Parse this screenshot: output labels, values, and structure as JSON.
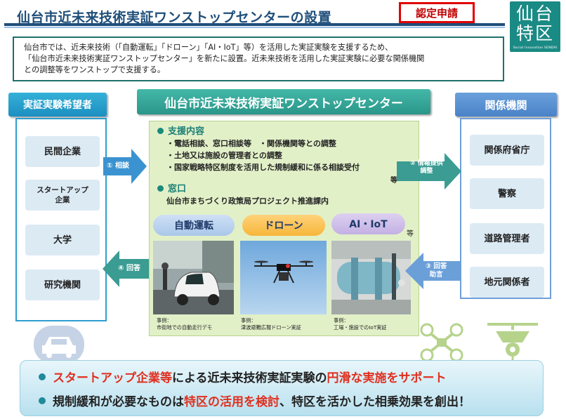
{
  "header": {
    "title": "仙台市近未来技術実証ワンストップセンターの設置",
    "badge": "認定申請",
    "logo": {
      "main_line1": "仙台",
      "main_line2": "特区",
      "sub": "Social Innovation SENDAI"
    }
  },
  "intro": {
    "lines": [
      "仙台市では、近未来技術（「自動運転」「ドローン」「AI・IoT」等）を活用した実証実験を支援するため、",
      "「仙台市近未来技術実証ワンストップセンター」を新たに設置。近未来技術を活用した実証実験に必要な関係機関",
      "との調整等をワンストップで支援する。"
    ]
  },
  "left": {
    "header": "実証実験希望者",
    "items": [
      "民間企業",
      "スタートアップ\n企業",
      "大学",
      "研究機関"
    ]
  },
  "right": {
    "header": "関係機関",
    "items": [
      "関係府省庁",
      "警察",
      "道路管理者",
      "地元関係者"
    ]
  },
  "center": {
    "header": "仙台市近未来技術実証ワンストップセンター",
    "support_title": "支援内容",
    "support_items": [
      "・電話相談、窓口相談等　・関係機関等との調整",
      "・土地又は施設の管理者との調整",
      "・国家戦略特区制度を活用した規制緩和に係る相談受付"
    ],
    "support_suffix": "等",
    "window_title": "窓口",
    "window_detail": "仙台市まちづくり政策局プロジェクト推進課内",
    "tech_pills": [
      "自動運転",
      "ドローン",
      "AI・IoT"
    ],
    "tech_suffix": "等",
    "examples": [
      {
        "label": "事例：",
        "desc": "市街地での自動走行デモ"
      },
      {
        "label": "事例：",
        "desc": "津波避難広報ドローン実証"
      },
      {
        "label": "事例：",
        "desc": "工場・施設でのIoT実証"
      }
    ]
  },
  "arrows": {
    "a1": "① 相談",
    "a2_line1": "② 情報提供",
    "a2_line2": "調整",
    "a3_line1": "③ 回答",
    "a3_line2": "助言",
    "a4": "④ 回答"
  },
  "bottom": {
    "line1_red1": "スタートアップ企業等",
    "line1_mid": "による近未来技術実証実験の",
    "line1_red2": "円滑な実施をサポート",
    "line2_pre": "規制緩和が必要なものは",
    "line2_red": "特区の活用を検討",
    "line2_post": "、特区を活かした相乗効果を創出！"
  },
  "colors": {
    "title": "#1f4e79",
    "accent_red": "#e03020",
    "center_bg": "#e2f0c8",
    "left_header": "#1c8fc0",
    "center_header": "#2a968a",
    "right_header": "#4a82c8",
    "logo_bg": "#1a8a84"
  },
  "icons": [
    "car-icon",
    "drone-icon",
    "robot-icon"
  ]
}
